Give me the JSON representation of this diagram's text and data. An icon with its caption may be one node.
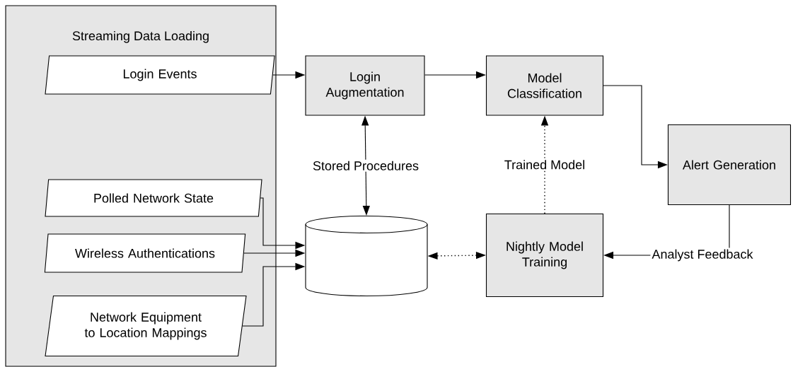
{
  "diagram": {
    "nodes": [
      {
        "text": [
          "Streaming Data Loading"
        ]
      },
      {
        "text": [
          "Login Events"
        ],
        "in": 0
      },
      {
        "text": [
          "Polled Network State"
        ],
        "in": 0
      },
      {
        "text": [
          "Wireless Authentications"
        ],
        "in": 0
      },
      {
        "text": [
          "Network Equipment to Location Mappings"
        ],
        "in": 0
      },
      {
        "text": [
          "Login Augmentation"
        ]
      },
      {
        "text": [
          "Model Classification"
        ]
      },
      {
        "text": [
          "Alert Generation"
        ]
      },
      {
        "text": [],
        "shape": "cylinder"
      },
      {
        "text": [
          "Nightly Model Training"
        ]
      }
    ],
    "edges": [
      {
        "from": 1,
        "to": 5,
        "arrow": "to"
      },
      {
        "from": 5,
        "to": 6,
        "arrow": "to"
      },
      {
        "from": 6,
        "to": 7,
        "arrow": "to"
      },
      {
        "from": 5,
        "to": 8,
        "arrow": "both",
        "label": "Stored Procedures"
      },
      {
        "from": 9,
        "to": 6,
        "arrow": "to",
        "label": "Trained Model",
        "style": "dashed"
      },
      {
        "from": 8,
        "to": 9,
        "arrow": "both",
        "style": "dashed"
      },
      {
        "from": 7,
        "to": 9,
        "arrow": "to",
        "label": "Analyst Feedback"
      },
      {
        "from": 2,
        "to": 8,
        "arrow": "to"
      },
      {
        "from": 3,
        "to": 8,
        "arrow": "to"
      },
      {
        "from": 4,
        "to": 8,
        "arrow": "to"
      }
    ]
  }
}
